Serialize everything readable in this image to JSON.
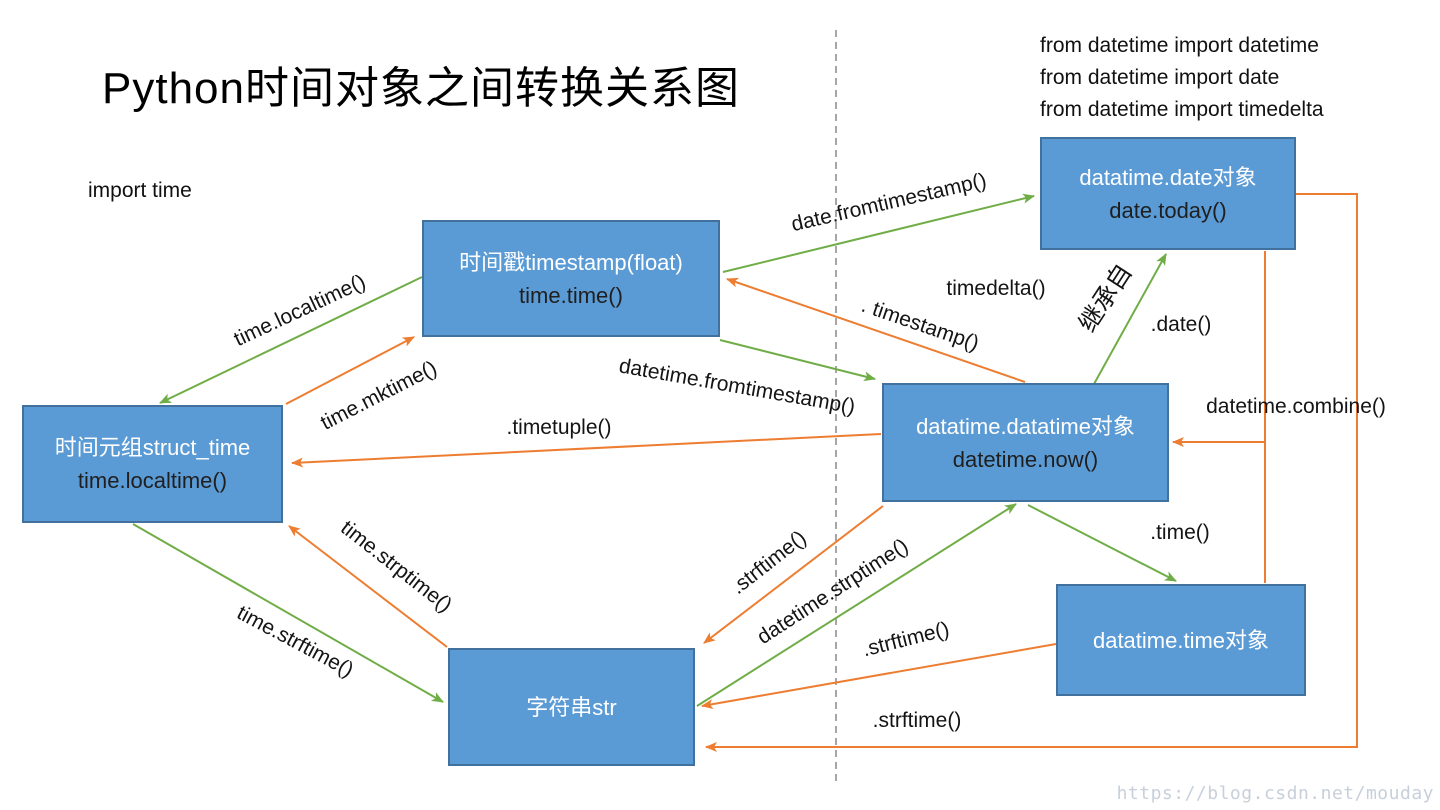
{
  "title": "Python时间对象之间转换关系图",
  "notes": {
    "import_time": "import time",
    "import_datetime": "from datetime import datetime",
    "import_date": "from datetime import date",
    "import_timedelta": "from datetime import timedelta"
  },
  "nodes": {
    "timestamp": {
      "line1": "时间戳timestamp(float)",
      "line2": "time.time()"
    },
    "date": {
      "line1": "datatime.date对象",
      "line2": "date.today()"
    },
    "struct": {
      "line1": "时间元组struct_time",
      "line2": "time.localtime()"
    },
    "datetime": {
      "line1": "datatime.datatime对象",
      "line2": "datetime.now()"
    },
    "time": {
      "line1": "datatime.time对象"
    },
    "str": {
      "line1": "字符串str"
    }
  },
  "labels": {
    "time_localtime": "time.localtime()",
    "time_mktime": "time.mktime()",
    "date_fromtimestamp": "date.fromtimestamp()",
    "dot_timestamp": ". timestamp()",
    "timedelta": "timedelta()",
    "inherits": "继承自",
    "dot_date": ".date()",
    "datetime_fromtimestamp": "datetime.fromtimestamp()",
    "dot_timetuple": ".timetuple()",
    "datetime_combine": "datetime.combine()",
    "dot_time": ".time()",
    "dot_strftime_datetime": ".strftime()",
    "datetime_strptime": "datetime.strptime()",
    "dot_strftime_time": ".strftime()",
    "dot_strftime_date": ".strftime()",
    "time_strptime": "time.strptime()",
    "time_strftime": "time.strftime()"
  },
  "watermark": "https://blog.csdn.net/mouday",
  "colors": {
    "node-fill": "#5b9bd5",
    "node-border": "#41719c",
    "green": "#70ad47",
    "orange": "#ed7d31",
    "dashed": "#a6a6a6",
    "watermark": "#c7d0da"
  }
}
